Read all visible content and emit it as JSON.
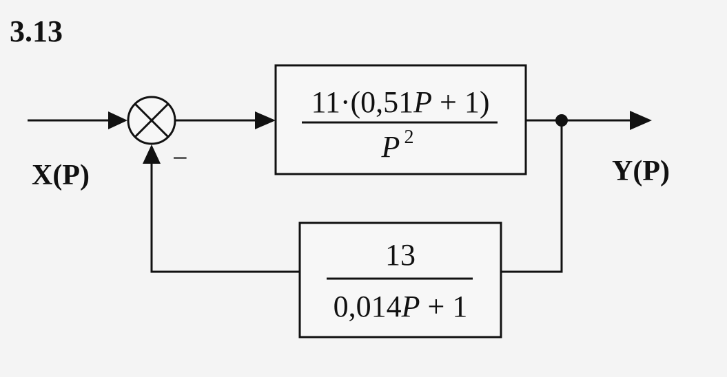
{
  "problem_number": "3.13",
  "input_label": "X(P)",
  "output_label": "Y(P)",
  "feedback_sign": "−",
  "forward_block": {
    "numerator_prefix": "11·(0,51",
    "numerator_var": "P",
    "numerator_suffix": " + 1)",
    "denominator_var": "P",
    "denominator_exponent": "2"
  },
  "feedback_block": {
    "numerator": "13",
    "denominator_prefix": "0,014",
    "denominator_var": "P",
    "denominator_suffix": " + 1"
  }
}
